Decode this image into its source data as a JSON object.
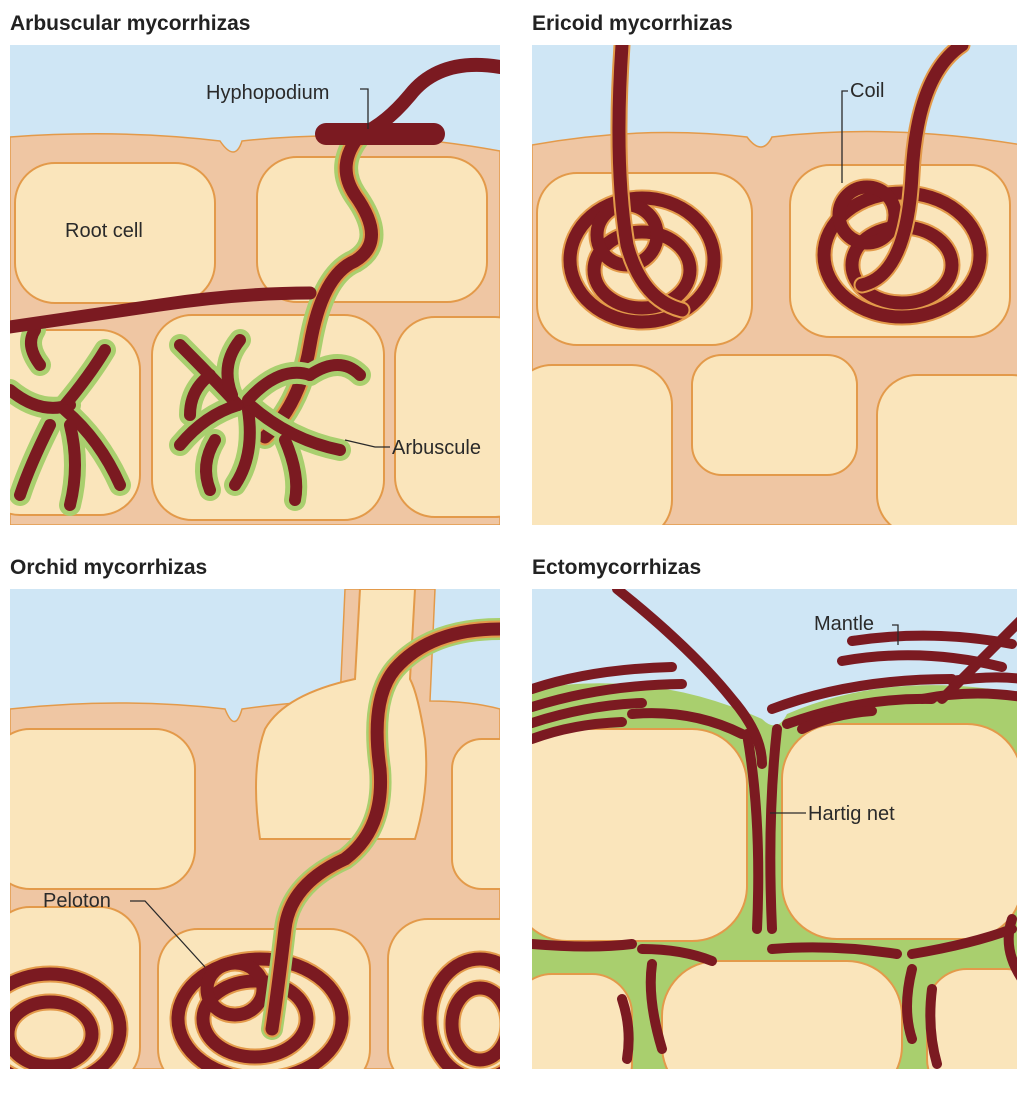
{
  "panels": [
    {
      "title": "Arbuscular mycorrhizas",
      "labels": {
        "hyphopodium": "Hyphopodium",
        "root_cell": "Root cell",
        "arbuscule": "Arbuscule"
      }
    },
    {
      "title": "Ericoid mycorrhizas",
      "labels": {
        "coil": "Coil"
      }
    },
    {
      "title": "Orchid mycorrhizas",
      "labels": {
        "peloton": "Peloton"
      }
    },
    {
      "title": "Ectomycorrhizas",
      "labels": {
        "mantle": "Mantle",
        "hartig_net": "Hartig net"
      }
    }
  ],
  "colors": {
    "sky": "#cfe6f5",
    "epidermis": "#efc6a3",
    "cell_fill": "#fae5bb",
    "cell_edge": "#e39a4a",
    "hypha": "#7b1a21",
    "interface": "#a9cf6e"
  }
}
